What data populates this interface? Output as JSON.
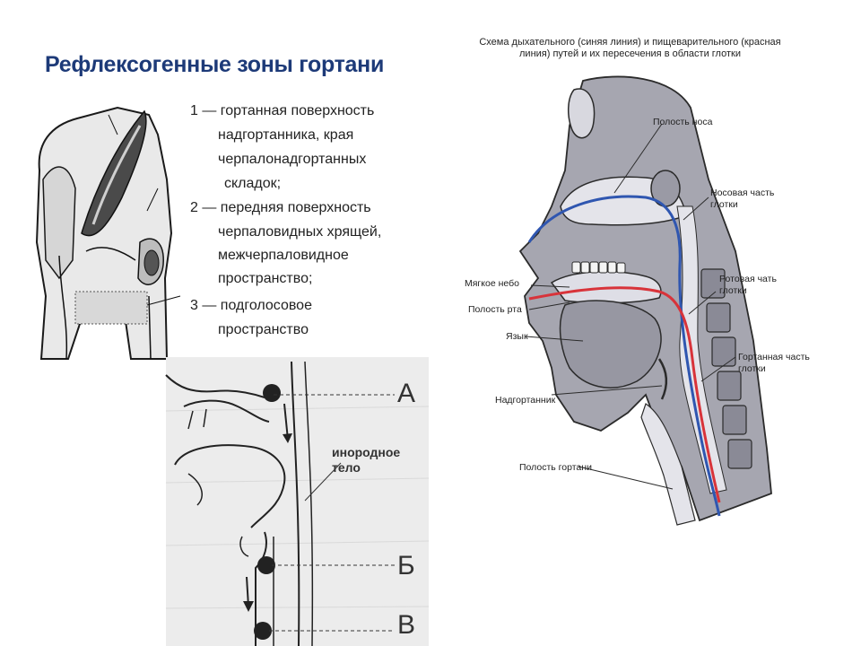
{
  "title": "Рефлексогенные зоны гортани",
  "zones": [
    {
      "line1": "1 — гортанная поверхность",
      "line2": "надгортанника, края",
      "line3": "черпалонадгортанных",
      "line4": "складок;"
    },
    {
      "line1": "2 — передняя поверхность",
      "line2": "черпаловидных хрящей,",
      "line3": "межчерпаловидное",
      "line4": "пространство;"
    },
    {
      "line1": "3 — подголосовое",
      "line2": "пространство"
    }
  ],
  "scheme": {
    "title_line1": "Схема дыхательного (синяя линия) и пищеварительного (красная",
    "title_line2": "линия) путей и их пересечения в области глотки",
    "labels": {
      "nasal_cavity": "Полость носа",
      "nasopharynx_1": "Носовая часть",
      "nasopharynx_2": "глотки",
      "soft_palate": "Мягкое небо",
      "oral_cavity": "Полость рта",
      "oropharynx_1": "Ротовая чать",
      "oropharynx_2": "глотки",
      "tongue": "Язык",
      "laryngopharynx_1": "Гортанная часть",
      "laryngopharynx_2": "глотки",
      "epiglottis": "Надгортанник",
      "laryngeal_cavity": "Полость гортани"
    },
    "colors": {
      "respiratory": "#2f56b0",
      "digestive": "#d8333a",
      "tissue": "#a6a6b0",
      "bone": "#8a8a96"
    }
  },
  "foreign_body": {
    "label_line1": "инородное",
    "label_line2": "тело",
    "level_a": "А",
    "level_b": "Б",
    "level_c": "В"
  }
}
